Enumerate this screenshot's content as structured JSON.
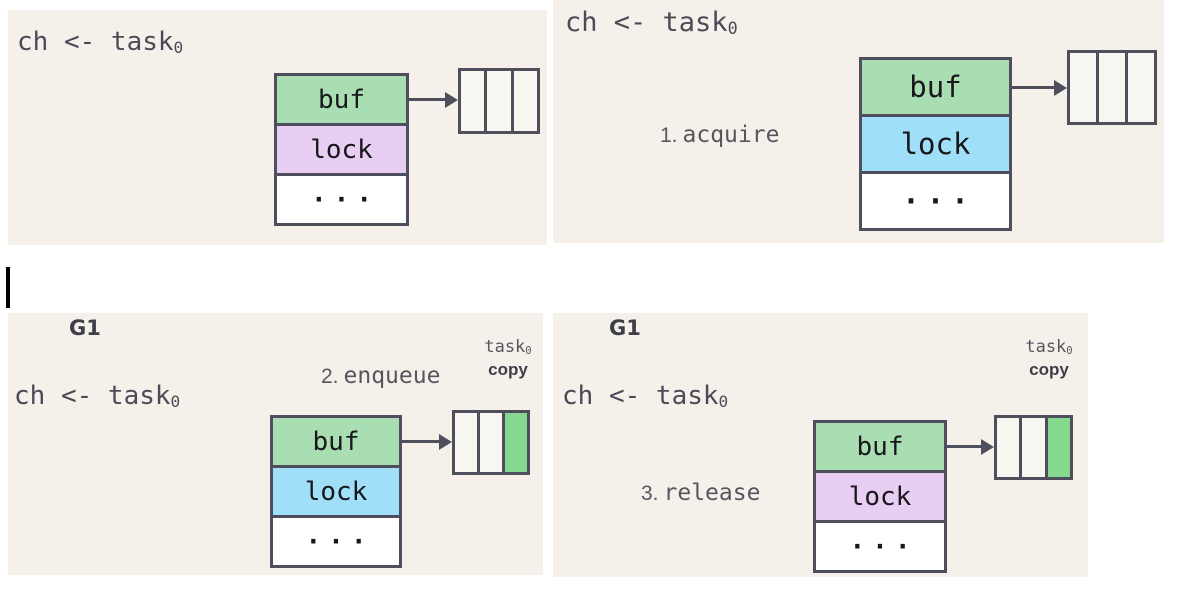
{
  "colors": {
    "panel_bg": "#f5f1ea",
    "outline_ink": "#4e4e5c",
    "struct_green": "#a9ddb2",
    "struct_purple": "#e8cef2",
    "struct_blue": "#9fdff7",
    "buffer_cell_empty": "#f8f6f1",
    "buffer_cell_filled_green": "#85d98f",
    "code_text": "#4b4b57",
    "step_text": "#56565f",
    "heading_text": "#3e3e49"
  },
  "panels": [
    {
      "name": "initial",
      "code": {
        "text": "ch <- task",
        "sub": "0"
      },
      "struct_rows": [
        {
          "label": "buf",
          "fill": "#a9ddb2"
        },
        {
          "label": "lock",
          "fill": "#e8cef2"
        },
        {
          "label": "...",
          "fill": "#ffffff"
        }
      ],
      "buffer_cells": [
        {
          "fill": "#f8f6f1"
        },
        {
          "fill": "#f8f6f1"
        },
        {
          "fill": "#f8f6f1"
        }
      ]
    },
    {
      "name": "acquire",
      "code": {
        "text": "ch <- task",
        "sub": "0"
      },
      "step": {
        "number": "1.",
        "name": "acquire"
      },
      "struct_rows": [
        {
          "label": "buf",
          "fill": "#a9ddb2"
        },
        {
          "label": "lock",
          "fill": "#9fdff7"
        },
        {
          "label": "...",
          "fill": "#ffffff"
        }
      ],
      "buffer_cells": [
        {
          "fill": "#f8f6f1"
        },
        {
          "fill": "#f8f6f1"
        },
        {
          "fill": "#f8f6f1"
        }
      ]
    },
    {
      "name": "enqueue",
      "goroutine": "G1",
      "code": {
        "text": "ch <- task",
        "sub": "0"
      },
      "step": {
        "number": "2.",
        "name": "enqueue"
      },
      "annotation": {
        "text": "task",
        "sub": "0",
        "copy": "copy"
      },
      "struct_rows": [
        {
          "label": "buf",
          "fill": "#a9ddb2"
        },
        {
          "label": "lock",
          "fill": "#9fdff7"
        },
        {
          "label": "...",
          "fill": "#ffffff"
        }
      ],
      "buffer_cells": [
        {
          "fill": "#f8f6f1"
        },
        {
          "fill": "#f8f6f1"
        },
        {
          "fill": "#85d98f"
        }
      ]
    },
    {
      "name": "release",
      "goroutine": "G1",
      "code": {
        "text": "ch <- task",
        "sub": "0"
      },
      "step": {
        "number": "3.",
        "name": "release"
      },
      "annotation": {
        "text": "task",
        "sub": "0",
        "copy": "copy"
      },
      "struct_rows": [
        {
          "label": "buf",
          "fill": "#a9ddb2"
        },
        {
          "label": "lock",
          "fill": "#e8cef2"
        },
        {
          "label": "...",
          "fill": "#ffffff"
        }
      ],
      "buffer_cells": [
        {
          "fill": "#f8f6f1"
        },
        {
          "fill": "#f8f6f1"
        },
        {
          "fill": "#85d98f"
        }
      ]
    }
  ]
}
